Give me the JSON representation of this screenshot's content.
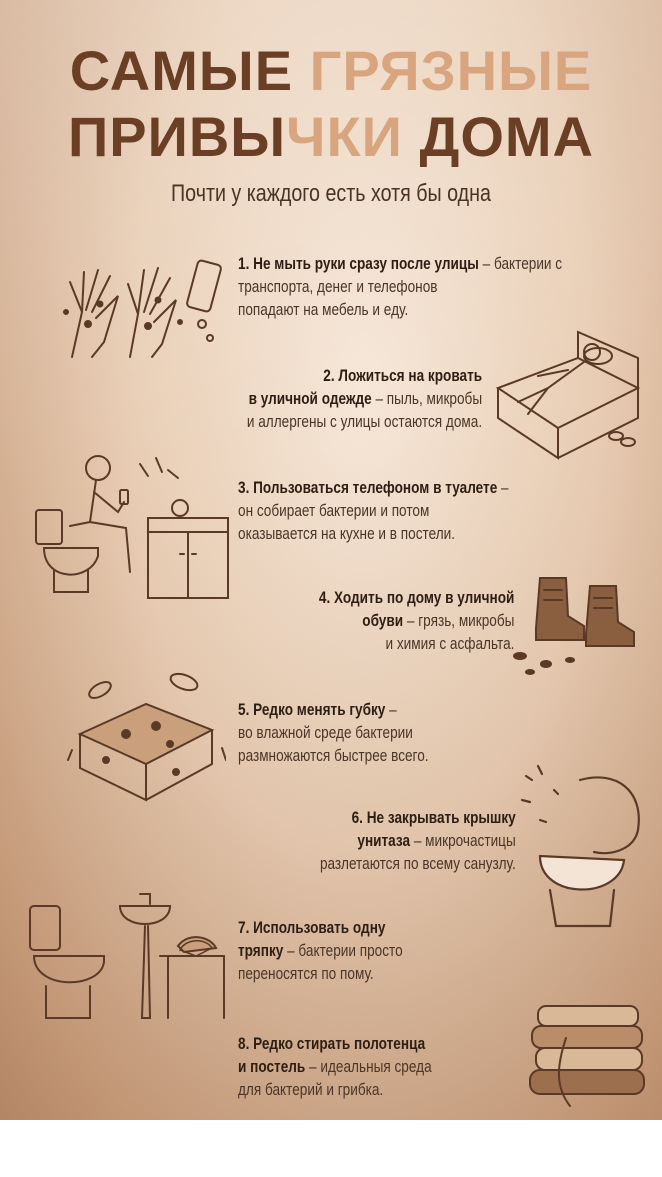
{
  "title": {
    "part1": "САМЫЕ ",
    "part1_highlight": "ГРЯЗНЫЕ",
    "part2": "ПРИВЫ",
    "part2_highlight": "ЧКИ",
    "part3": " ДОМА"
  },
  "subtitle": "Почти у каждого есть хотя бы одна",
  "items": [
    {
      "num": "1.",
      "bold": "Не мыть руки сразу после улицы",
      "rest1": " – бактерии с транспорта, денег и телефонов",
      "rest2": "попадают на мебель и еду."
    },
    {
      "num": "2.",
      "bold": "Ложиться на кровать",
      "bold2": "в уличной одежде",
      "rest1": " – пыль, микробы",
      "rest2": "и аллергены с улицы остаются дома."
    },
    {
      "num": "3.",
      "bold": "Пользоваться телефоном в туалете",
      "rest1": " –",
      "rest2": "он собирает бактерии и потом",
      "rest3": "оказывается на кухне и в постели."
    },
    {
      "num": "4.",
      "bold": "Ходить по дому в уличной",
      "bold2": "обуви",
      "rest1": " – грязь, микробы",
      "rest2": "и химия с асфальта."
    },
    {
      "num": "5.",
      "bold": "Редко менять губку",
      "rest1": " –",
      "rest2": "во влажной среде бактерии",
      "rest3": "размножаются быстрее всего."
    },
    {
      "num": "6.",
      "bold": "Не закрывать крышку",
      "bold2": "унитаза",
      "rest1": " – микрочастицы",
      "rest2": "разлетаются по всему санузлу."
    },
    {
      "num": "7.",
      "bold": "Использовать одну",
      "bold2": "тряпку",
      "rest1": " – бактерии просто",
      "rest2": "переносятся по пому."
    },
    {
      "num": "8.",
      "bold": "Редко стирать полотенца",
      "bold2": "и постель",
      "rest1": " – идеальныя среда",
      "rest2": "для бактерий и грибка."
    }
  ],
  "colors": {
    "title": "#6a3f25",
    "title_highlight": "#d8a57e",
    "text": "#4a3528",
    "bold": "#2e1d13",
    "background": "#e8cdb4",
    "sketch": "#5a3a26"
  },
  "icons": [
    "dirty-hands-icon",
    "phone-icon",
    "bed-person-icon",
    "toilet-phone-person-icon",
    "kitchen-counter-icon",
    "muddy-boots-icon",
    "dirty-sponge-icon",
    "open-toilet-icon",
    "toilet-sink-icon",
    "rag-icon",
    "towels-stack-icon"
  ]
}
